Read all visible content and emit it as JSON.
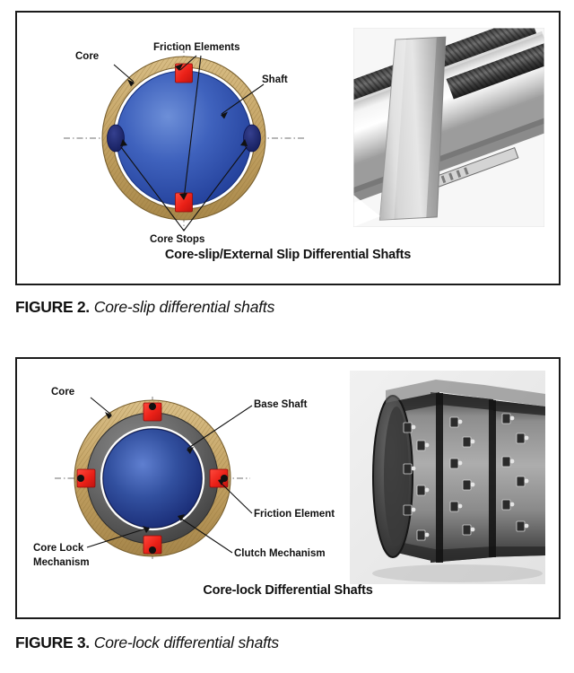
{
  "document": {
    "background_color": "#ffffff",
    "text_color": "#111111"
  },
  "figures": [
    {
      "id": "figure-2",
      "panel_title": "Core-slip/External Slip Differential Shafts",
      "caption_label": "FIGURE 2.",
      "caption_text": "Core-slip differential shafts",
      "diagram": {
        "type": "cross-section-schematic",
        "description": "Cross section of a core-slip differential shaft",
        "labels": [
          {
            "key": "core",
            "text": "Core"
          },
          {
            "key": "friction-elements",
            "text": "Friction Elements"
          },
          {
            "key": "shaft",
            "text": "Shaft"
          },
          {
            "key": "core-stops",
            "text": "Core Stops"
          }
        ],
        "colors": {
          "core_ring": "#c8a96a",
          "core_ring_dark": "#a5873f",
          "shaft_blue": "#2b4fa8",
          "shaft_blue_light": "#4f74c8",
          "friction_element_red": "#ee2222",
          "core_stop_navy": "#1d2a6b",
          "gap_white": "#ffffff"
        }
      },
      "photo": {
        "alt": "Grayscale photograph of a core-slip differential shaft with a paper core sleeve wrapped around the shaft",
        "palette": [
          "#1f1f1f",
          "#555555",
          "#8f8f8f",
          "#c2c2c2",
          "#e8e8e8",
          "#ffffff"
        ]
      }
    },
    {
      "id": "figure-3",
      "panel_title": "Core-lock Differential Shafts",
      "caption_label": "FIGURE 3.",
      "caption_text": "Core-lock differential shafts",
      "diagram": {
        "type": "cross-section-schematic",
        "description": "Cross section of a core-lock differential shaft",
        "labels": [
          {
            "key": "core",
            "text": "Core"
          },
          {
            "key": "base-shaft",
            "text": "Base Shaft"
          },
          {
            "key": "friction-element",
            "text": "Friction Element"
          },
          {
            "key": "clutch-mechanism",
            "text": "Clutch Mechanism"
          },
          {
            "key": "core-lock-mechanism-line1",
            "text": "Core Lock"
          },
          {
            "key": "core-lock-mechanism-line2",
            "text": "Mechanism"
          }
        ],
        "colors": {
          "core_ring": "#c8a96a",
          "core_ring_dark": "#a5873f",
          "clutch_gray": "#5c5c5c",
          "clutch_gray_light": "#7e7e7e",
          "shaft_blue": "#1f3d8f",
          "shaft_blue_light": "#4463bd",
          "friction_element_red": "#ee2222",
          "core_lock_dot": "#111111"
        }
      },
      "photo": {
        "alt": "Grayscale photograph of a core-lock differential shaft showing stacked lug rings",
        "palette": [
          "#1b1b1b",
          "#4a4a4a",
          "#7d7d7d",
          "#a8a8a8",
          "#d6d6d6",
          "#f2f2f2"
        ]
      }
    }
  ]
}
